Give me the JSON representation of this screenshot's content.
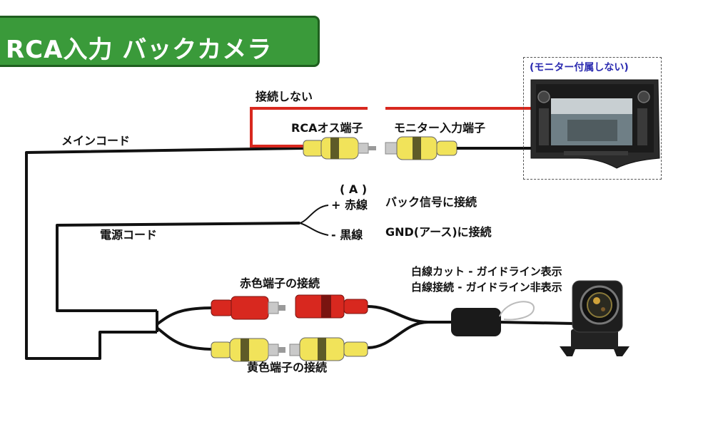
{
  "banner": {
    "title": "RCA入力 バックカメラ",
    "bg_color": "#3a9a3a"
  },
  "monitor": {
    "caption": "(モニター付属しない)",
    "caption_color": "#2b2bb0"
  },
  "labels": {
    "not_connected": "接続しない",
    "rca_male": "RCAオス端子",
    "monitor_input": "モニター入力端子",
    "main_cord": "メインコード",
    "power_cord": "電源コード",
    "a_marker": "( A )",
    "red_wire": "+ 赤線",
    "red_wire_desc": "バック信号に接続",
    "black_wire": "- 黒線",
    "black_wire_desc": "GND(アース)に接続",
    "red_connection": "赤色端子の接続",
    "yellow_connection": "黄色端子の接続",
    "white_cut": "白線カット - ガイドライン表示",
    "white_connect": "白線接続 - ガイドライン非表示"
  },
  "colors": {
    "red_plug": "#d8281f",
    "yellow_plug": "#f1e35a",
    "wire": "#111111",
    "red_wire": "#d8281f"
  },
  "icons": {
    "monitor": "car-head-unit-icon",
    "camera": "backup-camera-icon"
  }
}
